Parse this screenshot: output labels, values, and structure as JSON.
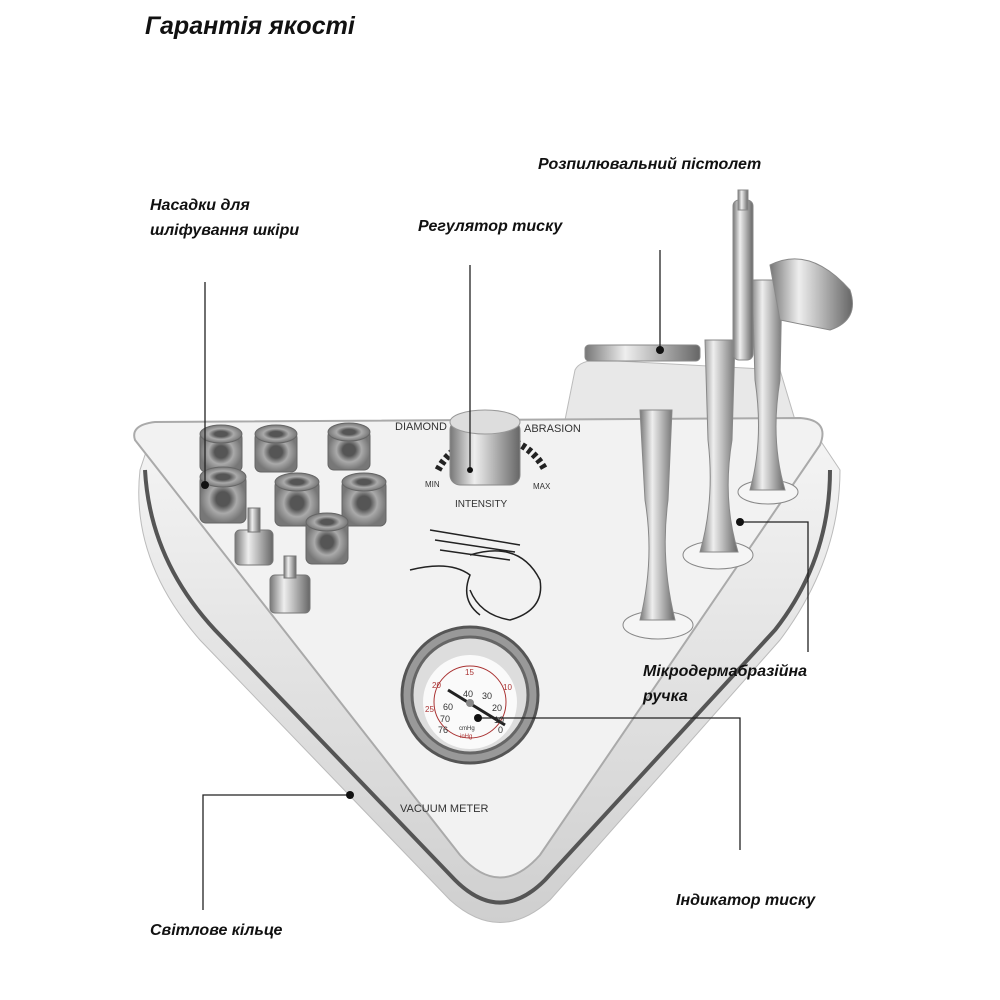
{
  "title": "Гарантія якості",
  "labels": {
    "tips_line1": "Насадки для",
    "tips_line2": "шліфування шкіри",
    "regulator": "Регулятор тиску",
    "spray_gun": "Розпилювальний пістолет",
    "handle_line1": "Мікродермабразійна",
    "handle_line2": "ручка",
    "pressure_indicator": "Індикатор тиску",
    "light_ring": "Світлове кільце"
  },
  "device_panel": {
    "name_left": "DIAMOND",
    "name_right": "ABRASION",
    "min": "MIN",
    "max": "MAX",
    "intensity": "INTENSITY",
    "vacuum_meter": "VACUUM METER",
    "gauge_outer": [
      "25",
      "20",
      "15",
      "10"
    ],
    "gauge_inner": [
      "76",
      "70",
      "60",
      "40",
      "30",
      "20",
      "10",
      "0"
    ],
    "unit_cm": "cmHg",
    "unit_in": "inHg"
  }
}
